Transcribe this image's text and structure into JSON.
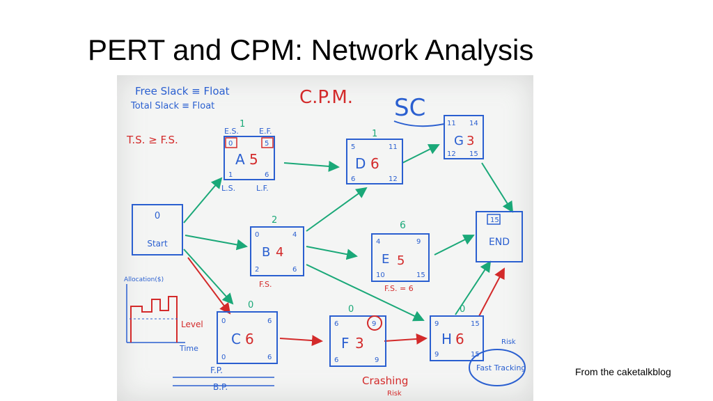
{
  "slide": {
    "title": "PERT and CPM: Network Analysis",
    "credit": "From the caketalkblog"
  },
  "whiteboard": {
    "notes": {
      "free_slack": "Free Slack ≡ Float",
      "total_slack": "Total Slack ≡ Float",
      "ts_fs": "T.S. ≥ F.S.",
      "cpm": "C.P.M.",
      "sc": "SC",
      "allocation": "Allocation($)",
      "level": "Level",
      "time": "Time",
      "fp": "F.P.",
      "bp": "B.P.",
      "crashing": "Crashing",
      "risk1": "Risk",
      "fast_tracking": "Fast Tracking",
      "risk2": "Risk",
      "ls": "L.S.",
      "lf": "L.F.",
      "es": "E.S.",
      "ef": "E.F."
    },
    "nodes": {
      "start": {
        "top": "0",
        "label": "Start"
      },
      "a": {
        "id": "A",
        "dur": "5",
        "float": "1",
        "es": "0",
        "ef": "5",
        "ls": "1",
        "lf": "6"
      },
      "b": {
        "id": "B",
        "dur": "4",
        "float": "2",
        "es": "0",
        "ef": "4",
        "ls": "2",
        "lf": "6",
        "note": "F.S."
      },
      "c": {
        "id": "C",
        "dur": "6",
        "float": "0",
        "es": "0",
        "ef": "6",
        "ls": "0",
        "lf": "6"
      },
      "d": {
        "id": "D",
        "dur": "6",
        "float": "1",
        "es": "5",
        "ef": "11",
        "ls": "6",
        "lf": "12"
      },
      "e": {
        "id": "E",
        "dur": "5",
        "float": "6",
        "es": "4",
        "ef": "9",
        "ls": "10",
        "lf": "15",
        "note": "F.S. = 6"
      },
      "f": {
        "id": "F",
        "dur": "3",
        "float": "0",
        "es": "6",
        "ef": "9",
        "ls": "6",
        "lf": "9"
      },
      "g": {
        "id": "G",
        "dur": "3",
        "es": "11",
        "ef": "14",
        "ls": "12",
        "lf": "15"
      },
      "h": {
        "id": "H",
        "dur": "6",
        "float": "0",
        "es": "9",
        "ef": "15",
        "ls": "9",
        "lf": "15"
      },
      "end": {
        "top": "15",
        "label": "END"
      }
    }
  }
}
